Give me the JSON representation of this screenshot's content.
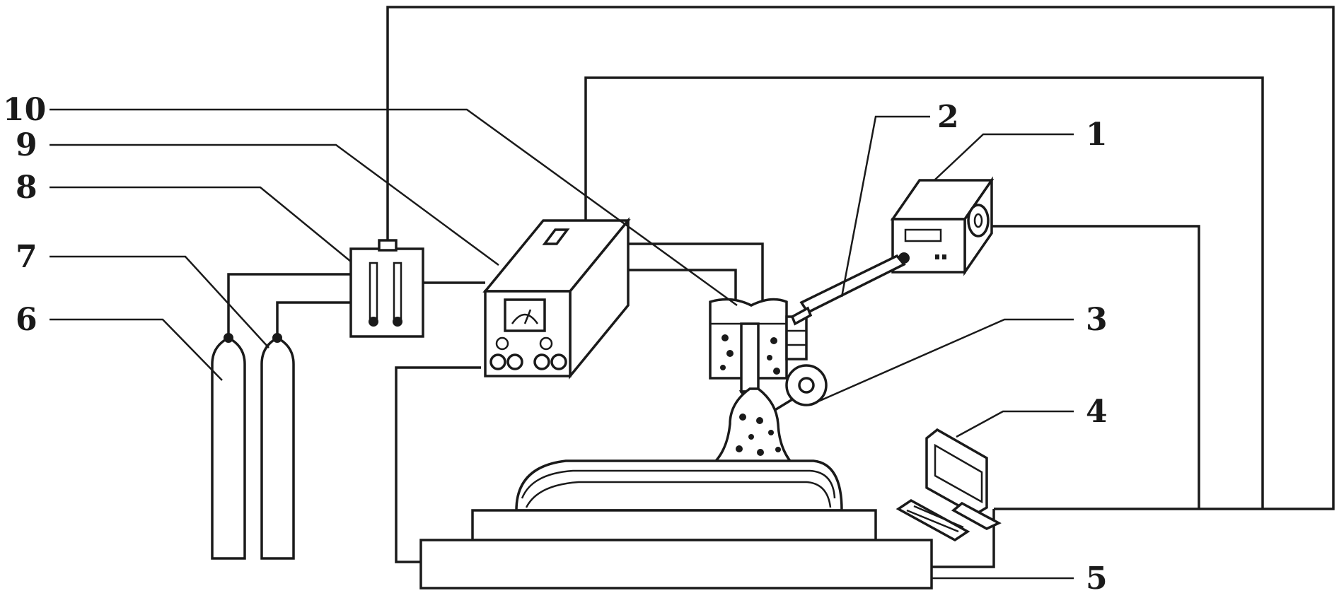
{
  "figure": {
    "title": "Schematic of additive manufacturing apparatus with numbered components",
    "callouts": [
      {
        "id": "1",
        "label": "1"
      },
      {
        "id": "2",
        "label": "2"
      },
      {
        "id": "3",
        "label": "3"
      },
      {
        "id": "4",
        "label": "4"
      },
      {
        "id": "5",
        "label": "5"
      },
      {
        "id": "6",
        "label": "6"
      },
      {
        "id": "7",
        "label": "7"
      },
      {
        "id": "8",
        "label": "8"
      },
      {
        "id": "9",
        "label": "9"
      },
      {
        "id": "10",
        "label": "10"
      }
    ]
  },
  "colors": {
    "line": "#1a1a1a",
    "background": "#ffffff"
  }
}
